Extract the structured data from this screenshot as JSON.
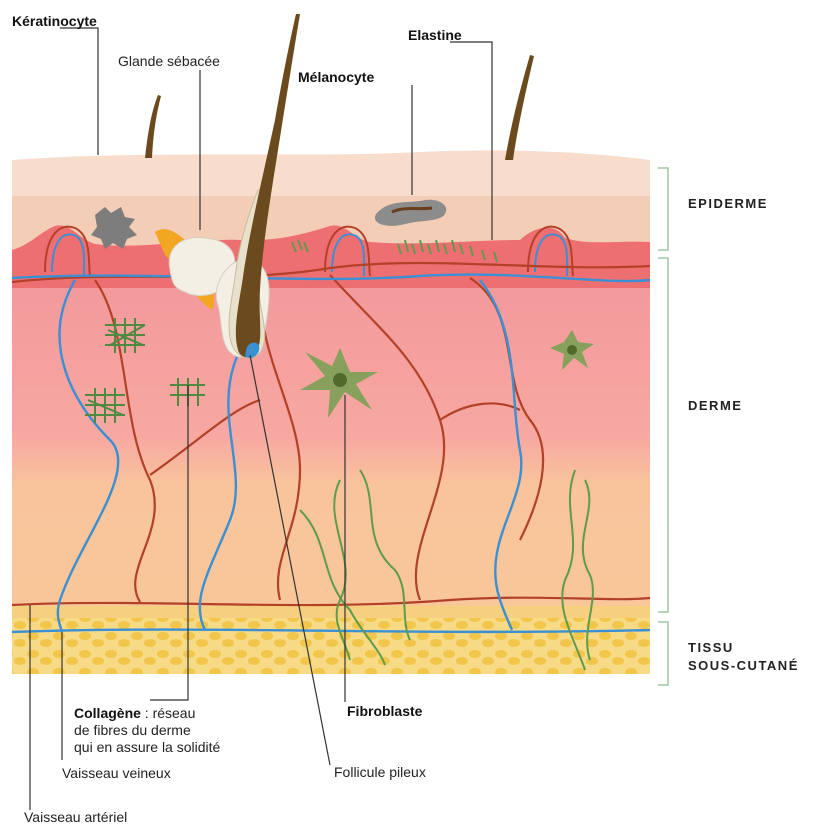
{
  "labels": {
    "keratinocyte": "Kératinocyte",
    "glande": "Glande sébacée",
    "melanocyte": "Mélanocyte",
    "elastine": "Elastine",
    "collagene_title": "Collagène",
    "collagene_rest": " : réseau",
    "collagene_line2": "de fibres du derme",
    "collagene_line3": "qui en assure la solidité",
    "fibroblaste": "Fibroblaste",
    "vaisseau_veineux": "Vaisseau veineux",
    "follicule": "Follicule pileux",
    "vaisseau_arteriel": "Vaisseau artériel"
  },
  "zones": {
    "epiderme": "EPIDERME",
    "derme": "DERME",
    "tissu_line1": "TISSU",
    "tissu_line2": "SOUS-CUTANÉ"
  },
  "colors": {
    "epidermis_top": "#f7dcc9",
    "epidermis": "#f3c9b2",
    "papillary": "#ec6b6e",
    "dermis": "#f6a3a3",
    "dermis_lower": "#f9c79a",
    "hypodermis": "#f7d77a",
    "fat_cell": "#f2c84b",
    "vein": "#3b8fd3",
    "artery": "#b34127",
    "fiber_green": "#5f9b4b",
    "fibroblast": "#8a9e5a",
    "hair": "#6b4a1e"
  }
}
